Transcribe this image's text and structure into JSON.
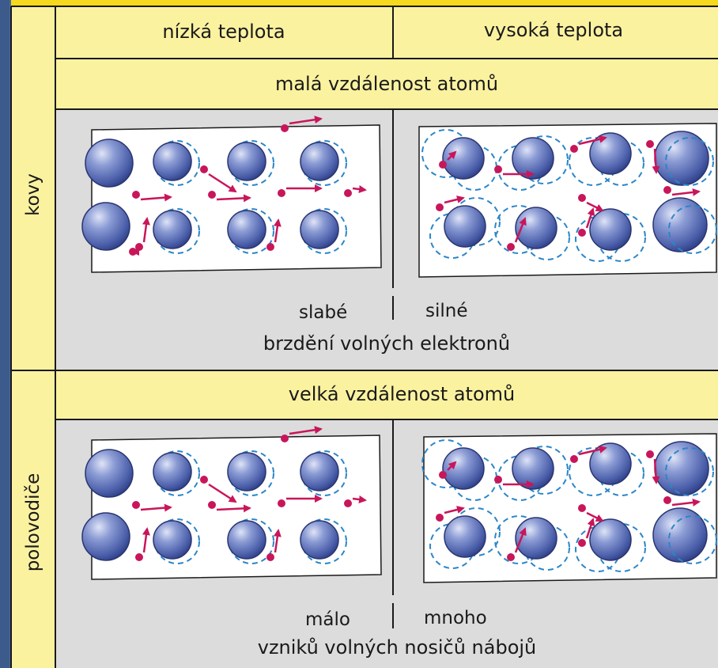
{
  "columns": {
    "low": "nízká teplota",
    "high": "vysoká teplota"
  },
  "metals": {
    "row_label": "kovy",
    "distance_label": "malá vzdálenost atomů",
    "left_caption": "slabé",
    "right_caption": "silné",
    "bottom_caption": "brzdění volných elektronů"
  },
  "semiconductors": {
    "row_label": "polovodiče",
    "distance_label": "velká vzdálenost atomů",
    "left_caption": "málo",
    "right_caption": "mnoho",
    "bottom_caption": "vzniků volných nosičů nábojů"
  },
  "colors": {
    "background": "#4a6a9a",
    "header_fill": "#fbf2a0",
    "panel_fill": "#dcdcdc",
    "atom_fill": "#5a6fb5",
    "electron": "#c8165a",
    "vibration_outline": "#2a86c8"
  }
}
